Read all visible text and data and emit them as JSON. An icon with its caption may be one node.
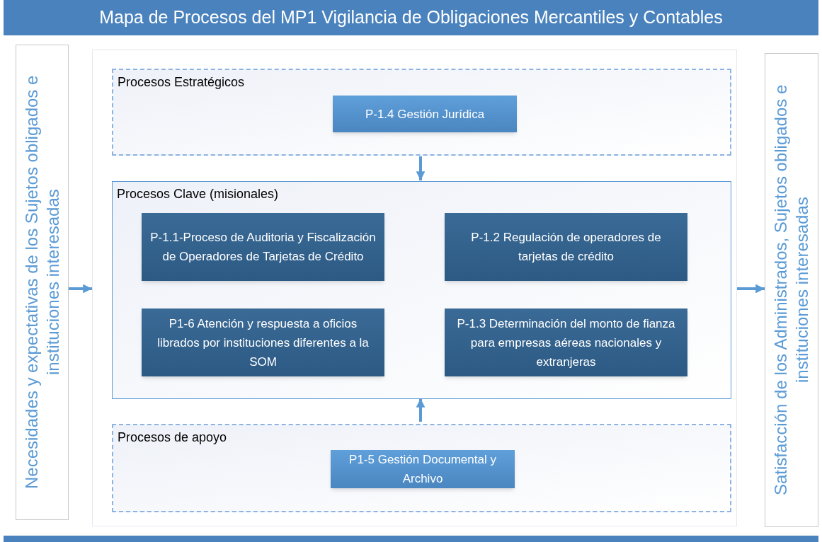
{
  "diagram": {
    "title": "Mapa de Procesos del MP1 Vigilancia de Obligaciones Mercantiles y Contables",
    "nodes": [
      {
        "text": [
          "Necesidades y expectativas de los Sujetos obligados e instituciones interesadas"
        ]
      },
      {
        "text": [],
        "shape": "box"
      },
      {
        "text": [
          "Procesos Estratégicos"
        ],
        "in": 1
      },
      {
        "text": [
          "P-1.4 Gestión Jurídica"
        ],
        "in": 2
      },
      {
        "text": [
          "Procesos Clave (misionales)"
        ],
        "in": 1
      },
      {
        "text": [
          "P-1.1-Proceso de Auditoria y Fiscalización de Operadores de Tarjetas de Crédito"
        ],
        "in": 4
      },
      {
        "text": [
          "P-1.2 Regulación de operadores de tarjetas de crédito"
        ],
        "in": 4
      },
      {
        "text": [
          "P1-6 Atención y respuesta a oficios librados por instituciones diferentes a la SOM"
        ],
        "in": 4
      },
      {
        "text": [
          "P-1.3 Determinación del monto de fianza para empresas aéreas nacionales y extranjeras"
        ],
        "in": 4
      },
      {
        "text": [
          "Procesos de apoyo"
        ],
        "in": 1
      },
      {
        "text": [
          "P1-5 Gestión Documental y Archivo"
        ],
        "in": 9
      },
      {
        "text": [
          "Satisfacción de los Administrados,  Sujetos obligados e instituciones interesadas"
        ]
      }
    ],
    "edges": [
      {
        "from": 0,
        "to": 1,
        "arrow": "to"
      },
      {
        "from": 1,
        "to": 11,
        "arrow": "to"
      },
      {
        "from": 2,
        "to": 4,
        "arrow": "to"
      },
      {
        "from": 9,
        "to": 4,
        "arrow": "to"
      }
    ]
  }
}
